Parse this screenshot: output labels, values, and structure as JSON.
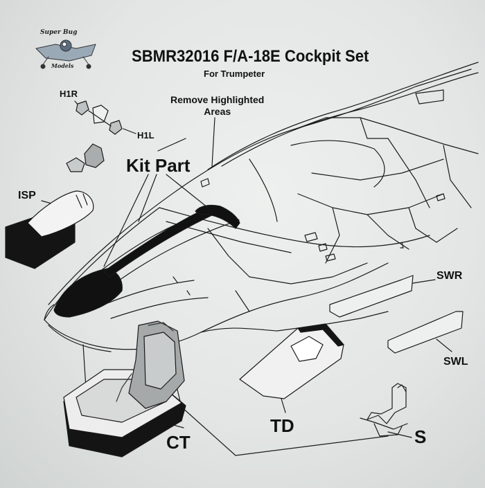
{
  "logo": {
    "line1": "Super Bug",
    "line2": "Models"
  },
  "title": "SBMR32016 F/A-18E Cockpit Set",
  "subtitle": "For Trumpeter",
  "note": {
    "line1": "Remove Highlighted",
    "line2": "Areas"
  },
  "parts": {
    "h1r": "H1R",
    "h1l": "H1L",
    "kit_part": "Kit Part",
    "isp": "ISP",
    "swr": "SWR",
    "swl": "SWL",
    "td": "TD",
    "ct": "CT",
    "s": "S"
  },
  "colors": {
    "ink": "#111111",
    "paper": "#e6e8e7",
    "highlight": "#151515"
  }
}
